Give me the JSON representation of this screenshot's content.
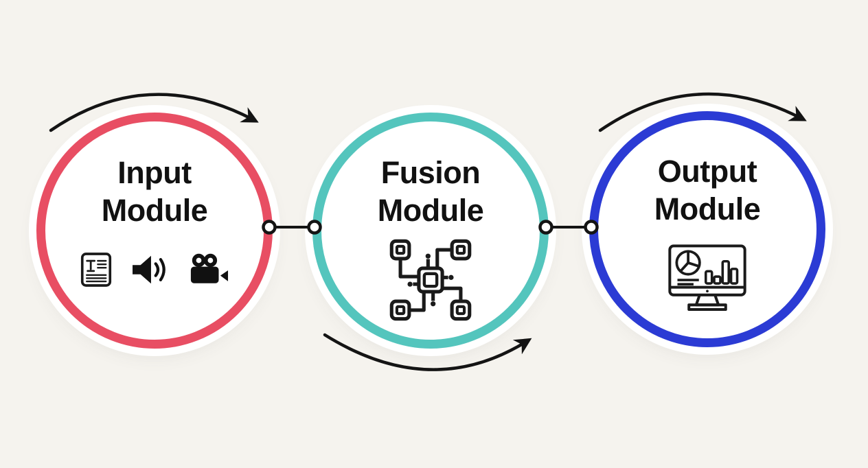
{
  "diagram": {
    "background_color": "#F5F3EE",
    "line_color": "#141414",
    "circle_fill": "#FFFFFF",
    "modules": [
      {
        "id": "input",
        "title": "Input Module",
        "ring_color": "#E84E63",
        "icons": [
          "text-document-icon",
          "audio-speaker-icon",
          "video-camera-icon"
        ]
      },
      {
        "id": "fusion",
        "title": "Fusion Module",
        "ring_color": "#54C5BD",
        "icons": [
          "chip-network-icon"
        ]
      },
      {
        "id": "output",
        "title": "Output Module",
        "ring_color": "#2B3BD4",
        "icons": [
          "dashboard-monitor-icon"
        ]
      }
    ],
    "connectors": [
      {
        "from": "input",
        "to": "fusion",
        "style": "line-with-end-nodes"
      },
      {
        "from": "fusion",
        "to": "output",
        "style": "line-with-end-nodes"
      }
    ],
    "arrows": [
      {
        "name": "flow-arrow-input",
        "position": "above-input-circle",
        "direction": "left-to-right"
      },
      {
        "name": "flow-arrow-fusion",
        "position": "below-fusion-circle",
        "direction": "left-to-right"
      },
      {
        "name": "flow-arrow-output",
        "position": "above-output-circle",
        "direction": "left-to-right"
      }
    ]
  }
}
